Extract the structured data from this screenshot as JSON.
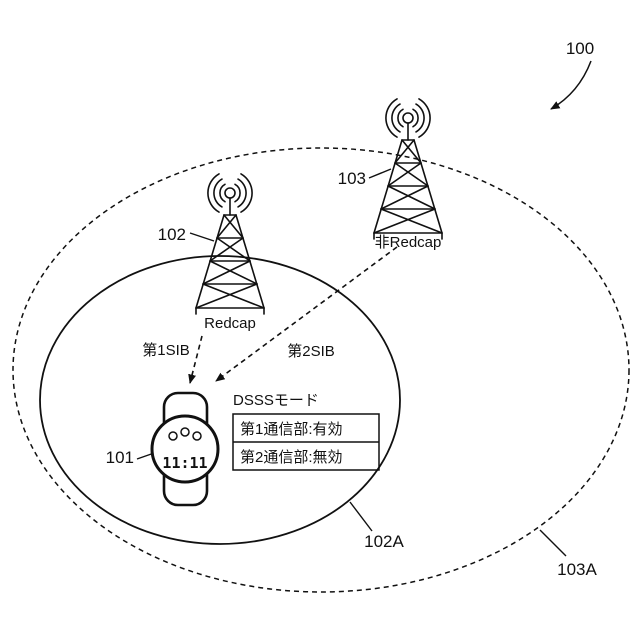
{
  "figure": {
    "labels": {
      "system": "100",
      "bs_left": "102",
      "bs_right": "103",
      "device": "101",
      "inner_area": "102A",
      "outer_area": "103A"
    },
    "bs_left_type": "Redcap",
    "bs_right_type": "非Redcap",
    "signal_left": "第1SIB",
    "signal_right": "第2SIB",
    "device_time": "11:11",
    "mode": {
      "title": "DSSSモード",
      "rows": [
        "第1通信部:有効",
        "第2通信部:無効"
      ]
    }
  }
}
